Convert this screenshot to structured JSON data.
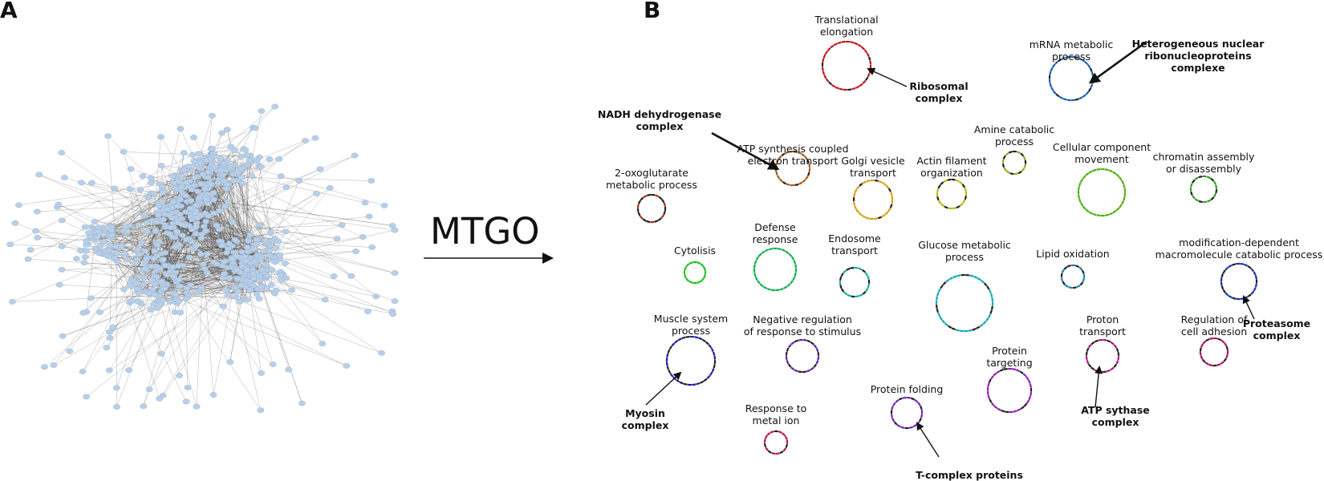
{
  "panels": {
    "a": "A",
    "b": "B"
  },
  "arrow_text": "MTGO",
  "clusters": [
    {
      "id": "translational-elongation",
      "lines": [
        "Translational",
        "elongation"
      ],
      "color": "#c0141c",
      "fill": 0.85
    },
    {
      "id": "mrna-metabolic-process",
      "lines": [
        "mRNA metabolic",
        "process"
      ],
      "color": "#1a5fb4",
      "fill": 0.8
    },
    {
      "id": "atp-synthesis-coupled-electron-transport",
      "lines": [
        "ATP synthesis coupled",
        "electron transport"
      ],
      "color": "#a85a10",
      "fill": 0.7
    },
    {
      "id": "2-oxoglutarate-metabolic-process",
      "lines": [
        "2-oxoglutarate",
        "metabolic process"
      ],
      "color": "#b02a10",
      "fill": 0.45
    },
    {
      "id": "golgi-vesicle-transport",
      "lines": [
        "Golgi vesicle",
        "transport"
      ],
      "color": "#d4a010",
      "fill": 0.8
    },
    {
      "id": "actin-filament-organization",
      "lines": [
        "Actin filament",
        "organization"
      ],
      "color": "#b8b810",
      "fill": 0.6
    },
    {
      "id": "amine-catabolic-process",
      "lines": [
        "Amine catabolic",
        "process"
      ],
      "color": "#88b010",
      "fill": 0.5
    },
    {
      "id": "cellular-component-movement",
      "lines": [
        "Cellular component",
        "movement"
      ],
      "color": "#50b010",
      "fill": 0.85
    },
    {
      "id": "chromatin-assembly-or-disassembly",
      "lines": [
        "chromatin assembly",
        "or disassembly"
      ],
      "color": "#30a020",
      "fill": 0.65
    },
    {
      "id": "cytolisis",
      "lines": [
        "Cytolisis"
      ],
      "color": "#20c020",
      "fill": 1.0
    },
    {
      "id": "defense-response",
      "lines": [
        "Defense",
        "response"
      ],
      "color": "#10b050",
      "fill": 1.0
    },
    {
      "id": "endosome-transport",
      "lines": [
        "Endosome",
        "transport"
      ],
      "color": "#10b0a0",
      "fill": 0.55
    },
    {
      "id": "glucose-metabolic-process",
      "lines": [
        "Glucose metabolic",
        "process"
      ],
      "color": "#10a8b8",
      "fill": 0.75
    },
    {
      "id": "lipid-oxidation",
      "lines": [
        "Lipid oxidation"
      ],
      "color": "#1080b0",
      "fill": 0.55
    },
    {
      "id": "modification-dependent-macromolecule-catabolic-process",
      "lines": [
        "modification-dependent",
        "macromolecule catabolic process"
      ],
      "color": "#1830b0",
      "fill": 0.65
    },
    {
      "id": "muscle-system-process",
      "lines": [
        "Muscle system",
        "process"
      ],
      "color": "#1a1aa0",
      "fill": 0.6
    },
    {
      "id": "negative-regulation-of-response-to-stimulus",
      "lines": [
        "Negative regulation",
        "of response to stimulus"
      ],
      "color": "#5a20b0",
      "fill": 0.6
    },
    {
      "id": "proton-transport",
      "lines": [
        "Proton",
        "transport"
      ],
      "color": "#b01080",
      "fill": 0.5
    },
    {
      "id": "regulation-of-cell-adhesion",
      "lines": [
        "Regulation of",
        "cell adhesion"
      ],
      "color": "#b01060",
      "fill": 0.6
    },
    {
      "id": "protein-targeting",
      "lines": [
        "Protein",
        "targeting"
      ],
      "color": "#9020b0",
      "fill": 0.7
    },
    {
      "id": "protein-folding",
      "lines": [
        "Protein folding"
      ],
      "color": "#7820c0",
      "fill": 0.7
    },
    {
      "id": "response-to-metal-ion",
      "lines": [
        "Response to",
        "metal ion"
      ],
      "color": "#c01050",
      "fill": 0.7
    }
  ],
  "complexes": [
    {
      "id": "ribosomal",
      "lines": [
        "Ribosomal",
        "complex"
      ]
    },
    {
      "id": "hnrnp",
      "lines": [
        "Heterogeneous nuclear",
        "ribonucleoproteins",
        "complexe"
      ]
    },
    {
      "id": "nadh",
      "lines": [
        "NADH dehydrogenase",
        "complex"
      ]
    },
    {
      "id": "proteasome",
      "lines": [
        "Proteasome",
        "complex"
      ]
    },
    {
      "id": "myosin",
      "lines": [
        "Myosin",
        "complex"
      ]
    },
    {
      "id": "atp-synthase",
      "lines": [
        "ATP sythase",
        "complex"
      ]
    },
    {
      "id": "t-complex",
      "lines": [
        "T-complex proteins"
      ]
    }
  ],
  "network_node_color": "#b8cfe8"
}
